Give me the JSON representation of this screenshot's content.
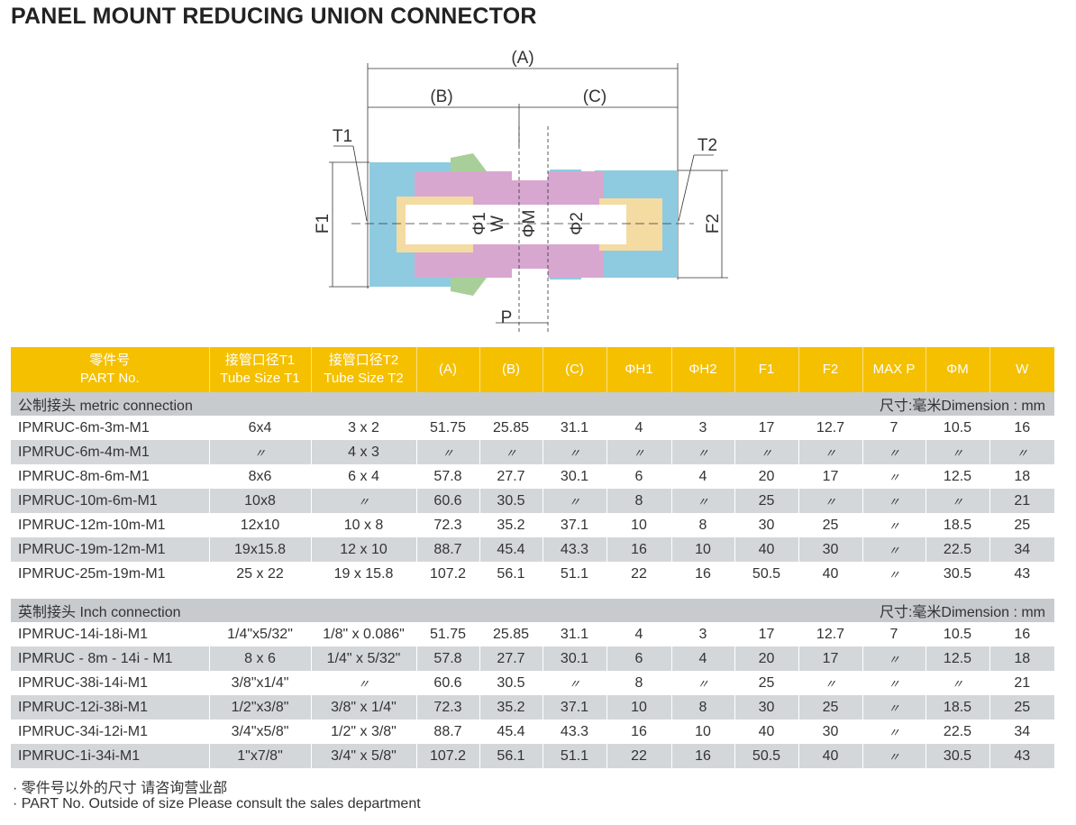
{
  "title": "PANEL MOUNT REDUCING UNION CONNECTOR",
  "diagram": {
    "A": "(A)",
    "B": "(B)",
    "C": "(C)",
    "T1": "T1",
    "T2": "T2",
    "F1": "F1",
    "F2": "F2",
    "phi1": "Φ1",
    "W": "W",
    "phiM": "ΦM",
    "phi2": "Φ2",
    "P": "P"
  },
  "headers": [
    [
      "零件号",
      "PART No."
    ],
    [
      "接管口径T1",
      "Tube Size T1"
    ],
    [
      "接管口径T2",
      "Tube Size T2"
    ],
    [
      "(A)"
    ],
    [
      "(B)"
    ],
    [
      "(C)"
    ],
    [
      "ΦH1"
    ],
    [
      "ΦH2"
    ],
    [
      "F1"
    ],
    [
      "F2"
    ],
    [
      "MAX P"
    ],
    [
      "ΦM"
    ],
    [
      "W"
    ]
  ],
  "sections": [
    {
      "label": "公制接头 metric connection",
      "unit": "尺寸:毫米Dimension : mm",
      "rows": [
        [
          "IPMRUC-6m-3m-M1",
          "6x4",
          "3 x 2",
          "51.75",
          "25.85",
          "31.1",
          "4",
          "3",
          "17",
          "12.7",
          "7",
          "10.5",
          "16"
        ],
        [
          "IPMRUC-6m-4m-M1",
          "〃",
          "4 x 3",
          "〃",
          "〃",
          "〃",
          "〃",
          "〃",
          "〃",
          "〃",
          "〃",
          "〃",
          "〃"
        ],
        [
          "IPMRUC-8m-6m-M1",
          "8x6",
          "6 x 4",
          "57.8",
          "27.7",
          "30.1",
          "6",
          "4",
          "20",
          "17",
          "〃",
          "12.5",
          "18"
        ],
        [
          "IPMRUC-10m-6m-M1",
          "10x8",
          "〃",
          "60.6",
          "30.5",
          "〃",
          "8",
          "〃",
          "25",
          "〃",
          "〃",
          "〃",
          "21"
        ],
        [
          "IPMRUC-12m-10m-M1",
          "12x10",
          "10 x 8",
          "72.3",
          "35.2",
          "37.1",
          "10",
          "8",
          "30",
          "25",
          "〃",
          "18.5",
          "25"
        ],
        [
          "IPMRUC-19m-12m-M1",
          "19x15.8",
          "12 x 10",
          "88.7",
          "45.4",
          "43.3",
          "16",
          "10",
          "40",
          "30",
          "〃",
          "22.5",
          "34"
        ],
        [
          "IPMRUC-25m-19m-M1",
          "25 x 22",
          "19 x 15.8",
          "107.2",
          "56.1",
          "51.1",
          "22",
          "16",
          "50.5",
          "40",
          "〃",
          "30.5",
          "43"
        ]
      ]
    },
    {
      "label": "英制接头 Inch connection",
      "unit": "尺寸:毫米Dimension : mm",
      "rows": [
        [
          "IPMRUC-14i-18i-M1",
          "1/4\"x5/32\"",
          "1/8\" x 0.086\"",
          "51.75",
          "25.85",
          "31.1",
          "4",
          "3",
          "17",
          "12.7",
          "7",
          "10.5",
          "16"
        ],
        [
          "IPMRUC - 8m - 14i - M1",
          "8 x 6",
          "1/4\" x 5/32\"",
          "57.8",
          "27.7",
          "30.1",
          "6",
          "4",
          "20",
          "17",
          "〃",
          "12.5",
          "18"
        ],
        [
          "IPMRUC-38i-14i-M1",
          "3/8\"x1/4\"",
          "〃",
          "60.6",
          "30.5",
          "〃",
          "8",
          "〃",
          "25",
          "〃",
          "〃",
          "〃",
          "21"
        ],
        [
          "IPMRUC-12i-38i-M1",
          "1/2\"x3/8\"",
          "3/8\" x 1/4\"",
          "72.3",
          "35.2",
          "37.1",
          "10",
          "8",
          "30",
          "25",
          "〃",
          "18.5",
          "25"
        ],
        [
          "IPMRUC-34i-12i-M1",
          "3/4\"x5/8\"",
          "1/2\" x 3/8\"",
          "88.7",
          "45.4",
          "43.3",
          "16",
          "10",
          "40",
          "30",
          "〃",
          "22.5",
          "34"
        ],
        [
          "IPMRUC-1i-34i-M1",
          "1\"x7/8\"",
          "3/4\" x 5/8\"",
          "107.2",
          "56.1",
          "51.1",
          "22",
          "16",
          "50.5",
          "40",
          "〃",
          "30.5",
          "43"
        ]
      ]
    }
  ],
  "notes": [
    "· 零件号以外的尺寸 请咨询营业部",
    "· PART No. Outside of size Please consult the sales department"
  ]
}
